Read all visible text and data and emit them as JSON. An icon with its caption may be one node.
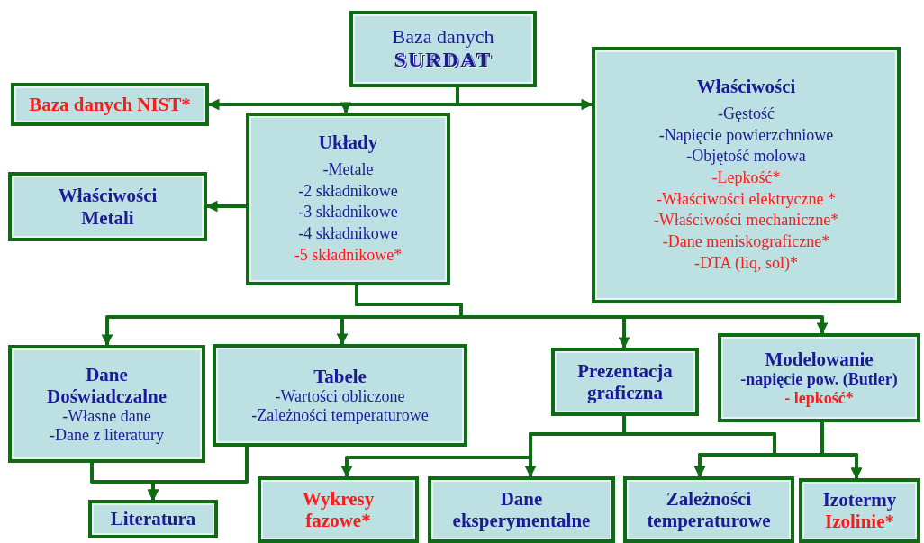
{
  "diagram": {
    "nodes": [
      {
        "text": [
          "Baza danych",
          "SURDAT"
        ]
      },
      {
        "text": [
          "Baza danych NIST*"
        ]
      },
      {
        "text": [
          "Układy",
          "-Metale",
          "-2 składnikowe",
          "-3 składnikowe",
          "-4 składnikowe",
          "-5 składnikowe*"
        ]
      },
      {
        "text": [
          "Właściwości",
          "-Gęstość",
          "-Napięcie powierzchniowe",
          "-Objętość molowa",
          "-Lepkość*",
          "-Właściwości elektryczne *",
          "-Właściwości mechaniczne*",
          "-Dane meniskograficzne*",
          "-DTA (liq, sol)*"
        ]
      },
      {
        "text": [
          "Właściwości Metali"
        ]
      },
      {
        "text": [
          "Dane Doświadczalne",
          "-Własne dane",
          "-Dane z literatury"
        ]
      },
      {
        "text": [
          "Tabele",
          "-Wartości obliczone",
          "-Zależności temperaturowe"
        ]
      },
      {
        "text": [
          "Prezentacja graficzna"
        ]
      },
      {
        "text": [
          "Modelowanie",
          "-napięcie pow. (Butler)",
          "- lepkość*"
        ]
      },
      {
        "text": [
          "Literatura"
        ]
      },
      {
        "text": [
          "Wykresy fazowe*"
        ]
      },
      {
        "text": [
          "Dane eksperymentalne"
        ]
      },
      {
        "text": [
          "Zależności temperaturowe"
        ]
      },
      {
        "text": [
          "Izotermy",
          "Izolinie*"
        ]
      }
    ],
    "edges": [
      {
        "from": 0,
        "to": 1,
        "arrow": "to"
      },
      {
        "from": 0,
        "to": 2,
        "arrow": "to"
      },
      {
        "from": 0,
        "to": 3,
        "arrow": "to"
      },
      {
        "from": 2,
        "to": 4,
        "arrow": "to"
      },
      {
        "from": 2,
        "to": 5,
        "arrow": "to"
      },
      {
        "from": 2,
        "to": 6,
        "arrow": "to"
      },
      {
        "from": 2,
        "to": 7,
        "arrow": "to"
      },
      {
        "from": 2,
        "to": 8,
        "arrow": "to"
      },
      {
        "from": 5,
        "to": 9,
        "arrow": "to"
      },
      {
        "from": 6,
        "to": 9,
        "arrow": "to"
      },
      {
        "from": 7,
        "to": 10,
        "arrow": "to"
      },
      {
        "from": 7,
        "to": 11,
        "arrow": "to"
      },
      {
        "from": 7,
        "to": 12,
        "arrow": "to"
      },
      {
        "from": 7,
        "to": 13,
        "arrow": "to"
      },
      {
        "from": 8,
        "to": 12,
        "arrow": "to"
      },
      {
        "from": 8,
        "to": 13,
        "arrow": "to"
      }
    ]
  }
}
